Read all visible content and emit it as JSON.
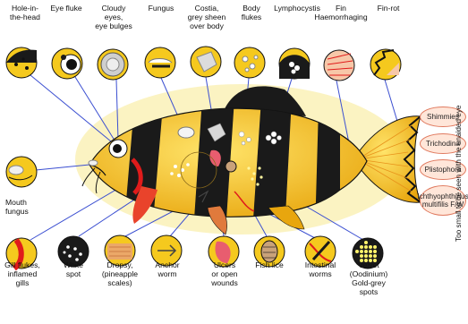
{
  "top_labels": [
    {
      "id": "hole-in-the-head",
      "text": "Hole-in-\nthe-head"
    },
    {
      "id": "eye-fluke",
      "text": "Eye fluke"
    },
    {
      "id": "cloudy-eyes",
      "text": "Cloudy\neyes,\neye bulges"
    },
    {
      "id": "fungus",
      "text": "Fungus"
    },
    {
      "id": "costia",
      "text": "Costia,\ngrey sheen\nover body"
    },
    {
      "id": "body-flukes",
      "text": "Body\nflukes"
    },
    {
      "id": "lymphocystis",
      "text": "Lymphocystis"
    },
    {
      "id": "fin-haemorrhaging",
      "text": "Fin\nHaemorrhaging"
    },
    {
      "id": "fin-rot",
      "text": "Fin-rot"
    }
  ],
  "side_labels": [
    {
      "id": "mouth-fungus",
      "text": "Mouth\nfungus"
    }
  ],
  "bottom_labels": [
    {
      "id": "gill-flukes",
      "text": "Gill flukes,\ninflamed\ngills"
    },
    {
      "id": "white-spot",
      "text": "White\nspot"
    },
    {
      "id": "dropsy",
      "text": "Dropsy,\n(pineapple\nscales)"
    },
    {
      "id": "anchor-worm",
      "text": "Anchor\nworm"
    },
    {
      "id": "ulcers",
      "text": "Ulcers\nor open\nwounds"
    },
    {
      "id": "fish-lice",
      "text": "Fish lice"
    },
    {
      "id": "intestinal-worms",
      "text": "Intestinal\nworms"
    },
    {
      "id": "velvet",
      "text": "Velvet\n(Oodinium)\nGold-grey\nspots"
    }
  ],
  "unaided_eye_list": {
    "note": "Too small to be seen with the unaided eye",
    "items": [
      "Shimmies",
      "Trichodina",
      "Plistophora",
      "Ichthyophthirius\nmultifilis F/W"
    ]
  },
  "colors": {
    "fish_yellow": "#f5c91e",
    "fish_stripe": "#1a1a1a",
    "halo": "#fbf3c2",
    "pointer": "#3b4fd1",
    "pill_fill": "#ffe6d9",
    "pill_border": "#e07a5f"
  }
}
